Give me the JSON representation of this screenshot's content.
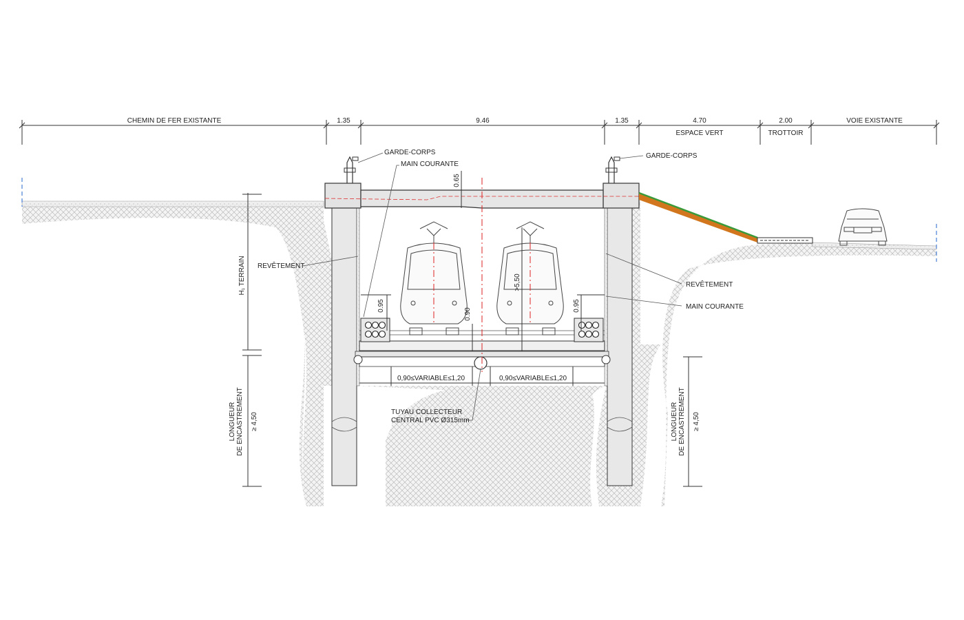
{
  "top_dimensions": [
    {
      "value": "CHEMIN DE FER EXISTANTE",
      "sub": ""
    },
    {
      "value": "1.35",
      "sub": ""
    },
    {
      "value": "9.46",
      "sub": ""
    },
    {
      "value": "1.35",
      "sub": ""
    },
    {
      "value": "4.70",
      "sub": "ESPACE VERT"
    },
    {
      "value": "2.00",
      "sub": "TROTTOIR"
    },
    {
      "value": "VOIE EXISTANTE",
      "sub": ""
    }
  ],
  "labels": {
    "garde_corps_left": "GARDE-CORPS",
    "garde_corps_right": "GARDE-CORPS",
    "main_courante_top": "MAIN COURANTE",
    "main_courante_right": "MAIN COURANTE",
    "revetement_left": "REVÊTEMENT",
    "revetement_right": "REVÊTEMENT",
    "h_terrain": "H₁ TERRAIN",
    "dim_065": "0.65",
    "dim_095_left": "0.95",
    "dim_095_right": "0.95",
    "dim_090": "0.90",
    "dim_550": ">5,50",
    "variable_left": "0,90≤VARIABLE≤1,20",
    "variable_right": "0,90≤VARIABLE≤1,20",
    "tuyau_line1": "TUYAU  COLLECTEUR",
    "tuyau_line2": "CENTRAL PVC Ø315mm",
    "longueur_left_1": "LONGUEUR",
    "longueur_left_2": "DE ENCASTREMENT",
    "longueur_left_3": "≥ 4,50",
    "longueur_right_1": "LONGUEUR",
    "longueur_right_2": "DE ENCASTREMENT",
    "longueur_right_3": "≥ 4,50"
  },
  "colors": {
    "soil_hatch": "#bdbdbd",
    "concrete": "#e3e3e3",
    "axis": "#dd2222",
    "slope_green": "#3a9a3a",
    "slope_orange": "#d2761e"
  }
}
